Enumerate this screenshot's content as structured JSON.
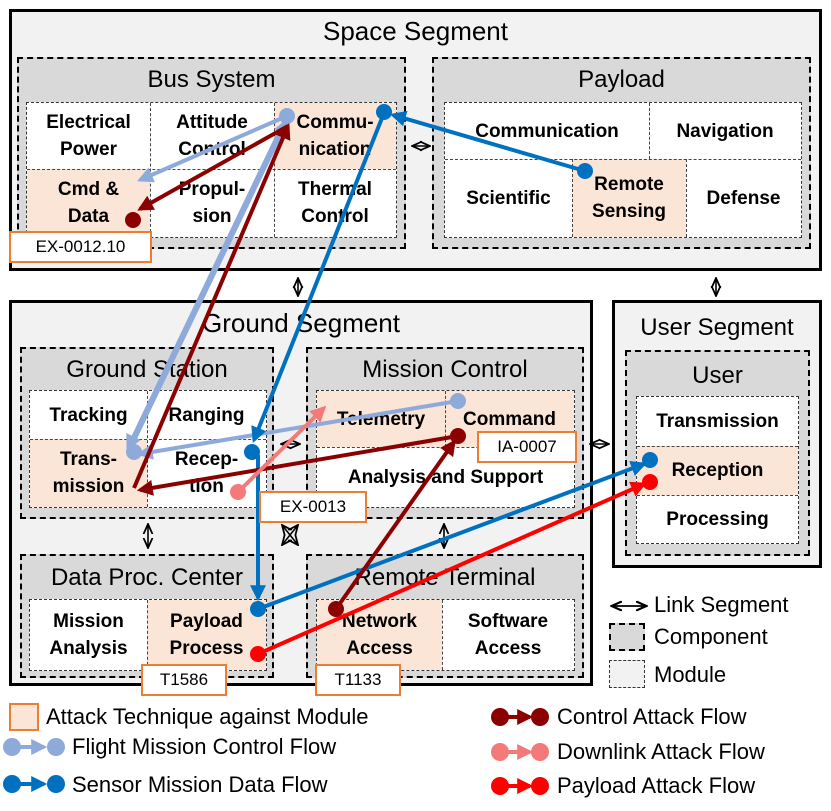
{
  "segments": {
    "space": "Space Segment",
    "ground": "Ground Segment",
    "user": "User Segment"
  },
  "components": {
    "bus_system": "Bus System",
    "payload": "Payload",
    "ground_station": "Ground Station",
    "mission_control": "Mission Control",
    "data_proc_center": "Data Proc. Center",
    "remote_terminal": "Remote Terminal",
    "user": "User"
  },
  "modules": {
    "electrical_power": "Electrical\nPower",
    "attitude_control": "Attitude\nControl",
    "communication_bus": "Commu-\nnication",
    "cmd_data": "Cmd &\nData",
    "propulsion": "Propul-\nsion",
    "thermal_control": "Thermal\nControl",
    "communication_payload": "Communication",
    "navigation": "Navigation",
    "scientific": "Scientific",
    "remote_sensing": "Remote\nSensing",
    "defense": "Defense",
    "tracking": "Tracking",
    "ranging": "Ranging",
    "transmission_gs": "Trans-\nmission",
    "reception_gs": "Recep-\ntion",
    "telemetry": "Telemetry",
    "command": "Command",
    "analysis_support": "Analysis and Support",
    "mission_analysis": "Mission\nAnalysis",
    "payload_process": "Payload\nProcess",
    "network_access": "Network\nAccess",
    "software_access": "Software\nAccess",
    "transmission_user": "Transmission",
    "reception_user": "Reception",
    "processing": "Processing"
  },
  "tags": {
    "ex_0012_10": "EX-0012.10",
    "ia_0007": "IA-0007",
    "ex_0013": "EX-0013",
    "t1586": "T1586",
    "t1133": "T1133"
  },
  "legend": {
    "link_segment": "Link Segment",
    "component": "Component",
    "module": "Module",
    "attack_technique": "Attack Technique against Module",
    "flight_mission_control_flow": "Flight Mission Control Flow",
    "sensor_mission_data_flow": "Sensor Mission Data Flow",
    "control_attack_flow": "Control Attack Flow",
    "downlink_attack_flow": "Downlink Attack Flow",
    "payload_attack_flow": "Payload Attack Flow"
  },
  "colors": {
    "flight_control": "#8eaadb",
    "sensor_data": "#0070c0",
    "control_attack": "#8b0000",
    "downlink_attack": "#f47a7a",
    "payload_attack": "#ff0000",
    "technique_border": "#ed7d31",
    "highlight_fill": "#fbe5d6"
  }
}
